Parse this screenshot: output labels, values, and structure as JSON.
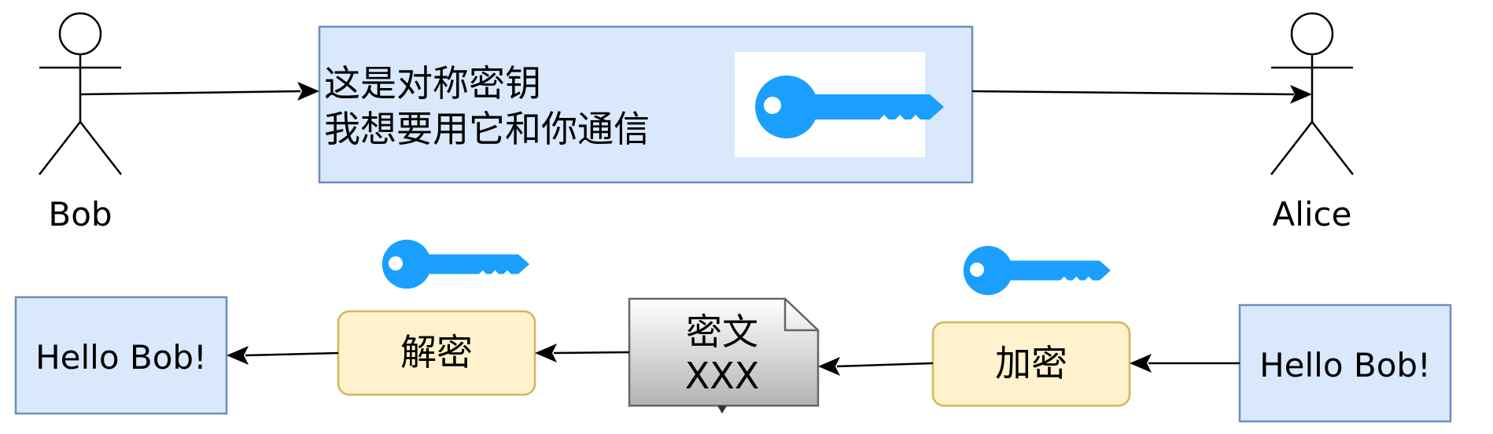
{
  "actors": {
    "left_name": "Bob",
    "right_name": "Alice"
  },
  "message": {
    "line1": "这是对称密钥",
    "line2": "我想要用它和你通信",
    "icon": "key-icon"
  },
  "flow": {
    "plaintext_left": "Hello Bob!",
    "plaintext_right": "Hello Bob!",
    "decrypt_label": "解密",
    "encrypt_label": "加密",
    "ciphertext_line1": "密文",
    "ciphertext_line2": "XXX"
  },
  "colors": {
    "blue_fill": "#dae8fc",
    "blue_stroke": "#6c8ebf",
    "yellow_fill": "#fff2cc",
    "yellow_stroke": "#d6b656",
    "key_blue": "#1a9fff",
    "doc_stroke": "#666666"
  }
}
